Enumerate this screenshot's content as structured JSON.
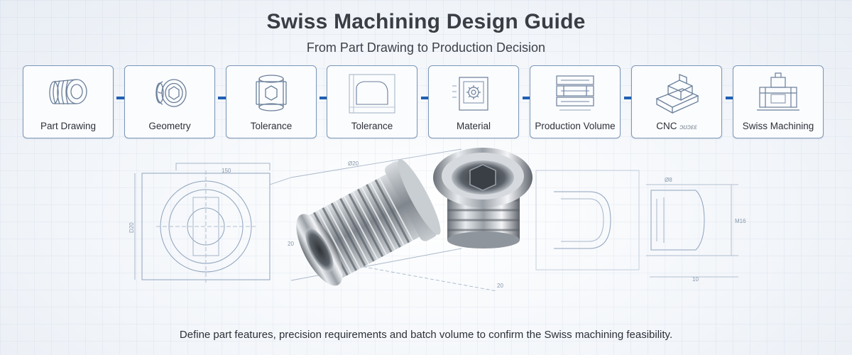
{
  "header": {
    "title": "Swiss Machining Design Guide",
    "subtitle": "From Part Drawing to Production Decision"
  },
  "steps": [
    {
      "label": "Part Drawing",
      "icon": "threaded-part-icon"
    },
    {
      "label": "Geometry",
      "icon": "hex-socket-part-icon"
    },
    {
      "label": "Tolerance",
      "icon": "hex-bushing-icon"
    },
    {
      "label": "Tolerance",
      "icon": "profile-drawing-icon"
    },
    {
      "label": "Material",
      "icon": "material-stock-icon"
    },
    {
      "label": "Production Volume",
      "icon": "parts-stack-icon"
    },
    {
      "label": "CNC",
      "label_suffix": "ɔʊɔɛɛ",
      "icon": "cnc-machine-icon"
    },
    {
      "label": "Swiss Machining",
      "icon": "swiss-lathe-icon"
    }
  ],
  "drawing": {
    "dim_labels": [
      "150",
      "D20",
      "Ø20",
      "M16",
      "20",
      "20",
      "10",
      "Ø8"
    ]
  },
  "footer": {
    "text": "Define part features, precision requirements and batch volume to confirm the Swiss machining feasibility."
  },
  "colors": {
    "arrow": "#1f5fb3",
    "box_border": "#7b97b8",
    "line_art": "#6a7f9a"
  }
}
